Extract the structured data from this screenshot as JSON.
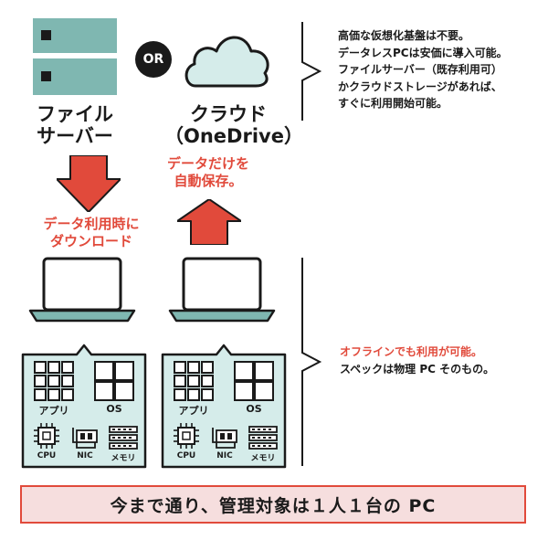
{
  "colors": {
    "teal": "#7fb7b1",
    "teal_light": "#d5ecea",
    "red": "#e14a3b",
    "banner_bg": "#f6dede",
    "dark": "#1a1a1a"
  },
  "top": {
    "server_label_1": "ファイル",
    "server_label_2": "サーバー",
    "or_label": "OR",
    "cloud_label_1": "クラウド",
    "cloud_label_2": "（OneDrive）"
  },
  "notes": {
    "top": [
      "高価な仮想化基盤は不要。",
      "データレスPCは安価に導入可能。",
      "ファイルサーバー（既存利用可）",
      "かクラウドストレージがあれば、",
      "すぐに利用開始可能。"
    ],
    "bottom_highlight": "オフラインでも利用が可能。",
    "bottom_text": "スペックは物理 PC そのもの。"
  },
  "arrows": {
    "download_label_1": "データ利用時に",
    "download_label_2": "ダウンロード",
    "upload_label_1": "データだけを",
    "upload_label_2": "自動保存。"
  },
  "pc_panels": [
    {
      "apps": "アプリ",
      "os": "OS",
      "cpu": "CPU",
      "nic": "NIC",
      "memory": "メモリ"
    },
    {
      "apps": "アプリ",
      "os": "OS",
      "cpu": "CPU",
      "nic": "NIC",
      "memory": "メモリ"
    }
  ],
  "banner": "今まで通り、管理対象は１人１台の PC"
}
